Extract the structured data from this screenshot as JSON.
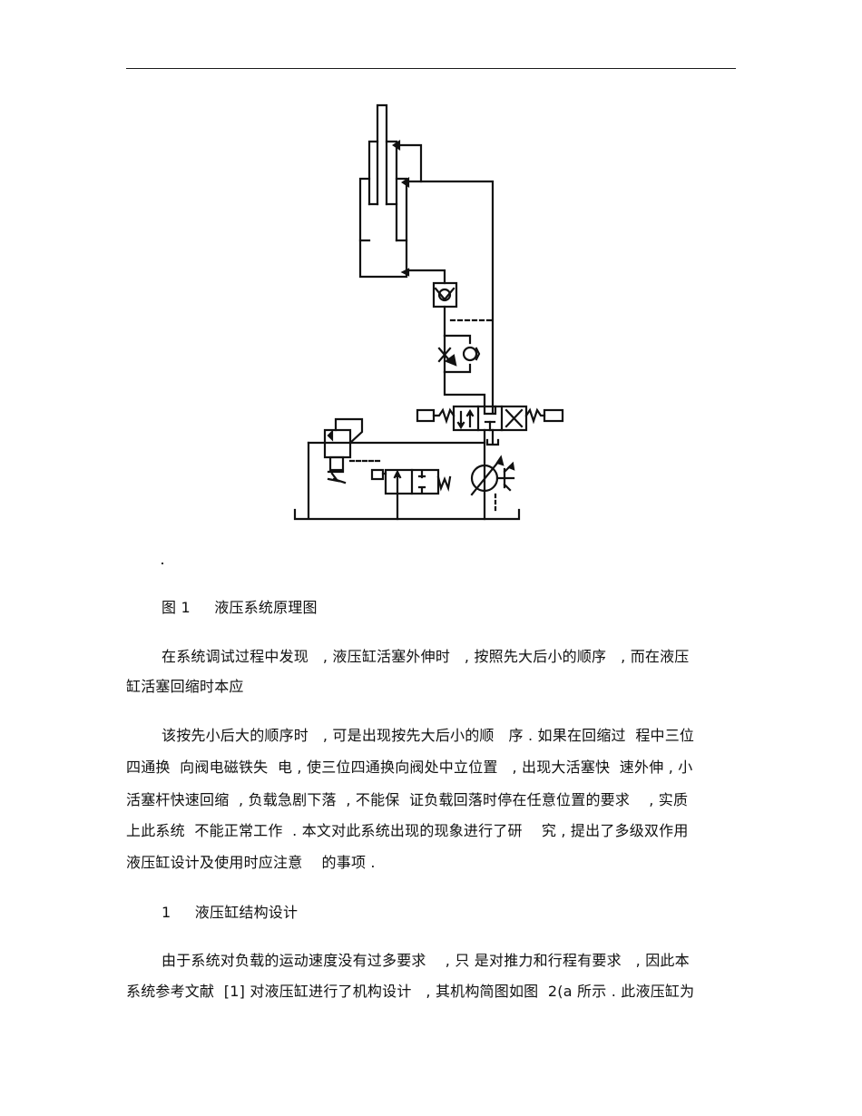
{
  "document": {
    "figure": {
      "label": "图 1",
      "title": "液压系统原理图",
      "caption": "图 1     液压系统原理图",
      "stray_mark": ".",
      "components": [
        "three-stage-telescopic-cylinder-icon",
        "hydraulic-lock-check-valve-icon",
        "one-way-throttle-valve-icon",
        "three-position-four-way-solenoid-valve-icon",
        "relief-valve-icon",
        "two-position-unloading-valve-icon",
        "variable-displacement-pump-icon",
        "tank-icon"
      ]
    },
    "paragraphs": [
      {
        "lines": [
          "在系统调试过程中发现   , 液压缸活塞外伸时   , 按照先大后小的顺序   , 而在液压",
          "缸活塞回缩时本应"
        ]
      },
      {
        "lines": [
          "该按先小后大的顺序时   , 可是出现按先大后小的顺   序 . 如果在回缩过  程中三位",
          "四通换  向阀电磁铁失  电 , 使三位四通换向阀处中立位置   , 出现大活塞快  速外伸 , 小",
          "活塞杆快速回缩  , 负载急剧下落  , 不能保  证负载回落时停在任意位置的要求    , 实质",
          "上此系统  不能正常工作  . 本文对此系统出现的现象进行了研    究 , 提出了多级双作用",
          "液压缸设计及使用时应注意    的事项 ."
        ]
      }
    ],
    "section": {
      "number": "1",
      "title": "液压缸结构设计",
      "heading": "1     液压缸结构设计"
    },
    "section_paragraphs": [
      {
        "lines": [
          "由于系统对负载的运动速度没有过多要求    , 只 是对推力和行程有要求   , 因此本",
          "系统参考文献  [1] 对液压缸进行了机构设计   , 其机构简图如图  2(a 所示 . 此液压缸为"
        ]
      }
    ]
  }
}
